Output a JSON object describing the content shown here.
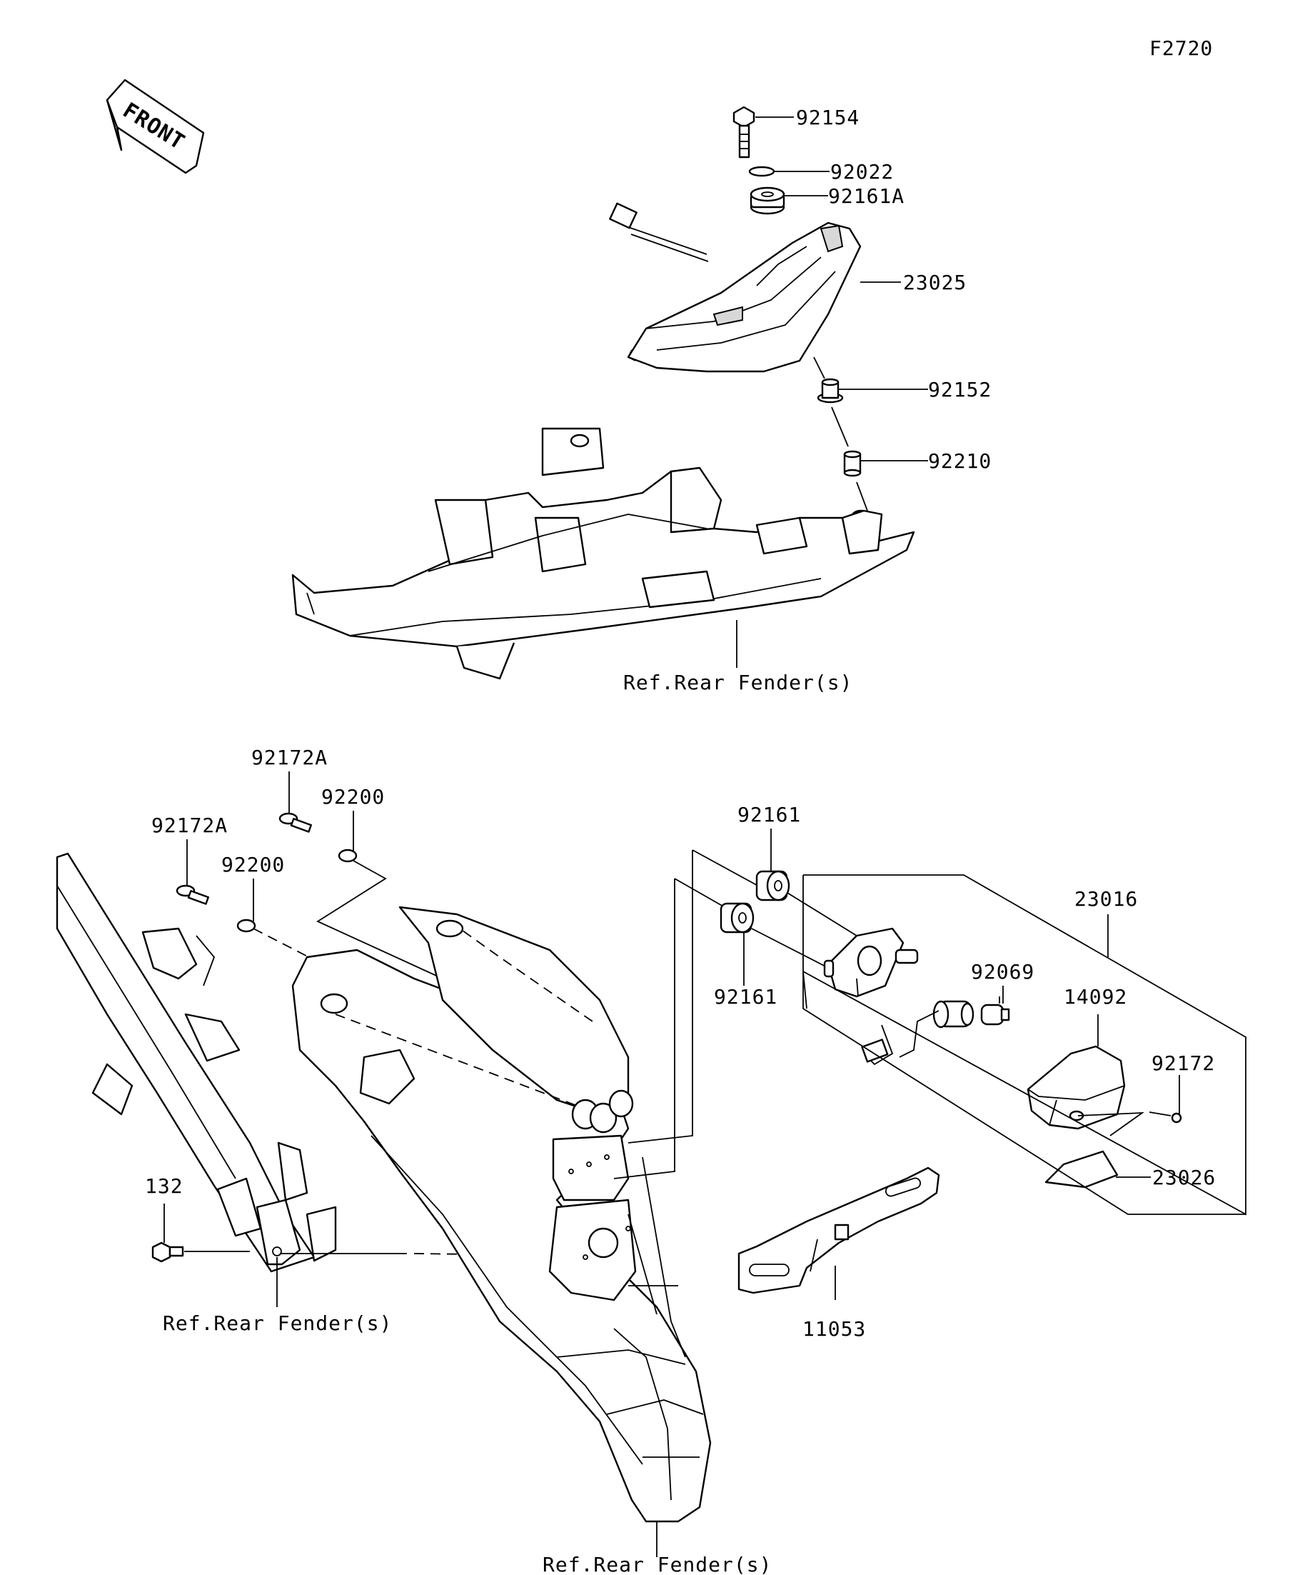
{
  "diagram_code": "F2720",
  "direction_label": "FRONT",
  "parts": {
    "bolt_top": "92154",
    "washer_top": "92022",
    "grommet_top": "92161A",
    "tail_lamp": "23025",
    "collar": "92152",
    "spacer": "92210",
    "ref_fender_top": "Ref.Rear Fender(s)",
    "screw_left_a": "92172A",
    "screw_left_b": "92172A",
    "washer_left_a": "92200",
    "washer_left_b": "92200",
    "grommet_upper": "92161",
    "grommet_lower": "92161",
    "license_lamp": "23016",
    "bulb": "92069",
    "lamp_cover": "14092",
    "screw_right": "92172",
    "lens": "23026",
    "bolt_small": "132",
    "ref_fender_left": "Ref.Rear Fender(s)",
    "bracket": "11053",
    "ref_fender_bottom": "Ref.Rear Fender(s)"
  }
}
